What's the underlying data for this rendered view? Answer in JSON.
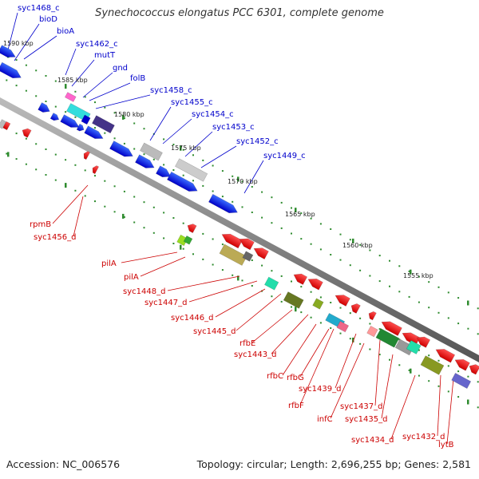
{
  "title": "Synechococcus elongatus PCC 6301, complete genome",
  "footer": {
    "accession": "Accession: NC_006576",
    "summary": "Topology: circular; Length: 2,696,255 bp; Genes: 2,581"
  },
  "colors": {
    "backbone": "#808080",
    "ticks": "#2e8b2e",
    "forward_label": "#0000cc",
    "reverse_label": "#cc0000",
    "forward_gene": "#0000ee",
    "reverse_gene": "#ee0000"
  },
  "scale_labels": [
    "1590 kbp",
    "1585 kbp",
    "1580 kbp",
    "1575 kbp",
    "1570 kbp",
    "1565 kbp",
    "1560 kbp",
    "1555 kbp"
  ],
  "forward_genes": [
    "syc1468_c",
    "bioD",
    "bioA",
    "syc1462_c",
    "mutT",
    "gnd",
    "folB",
    "syc1458_c",
    "syc1455_c",
    "syc1454_c",
    "syc1453_c",
    "syc1452_c",
    "syc1449_c"
  ],
  "reverse_genes": [
    "rpmB",
    "syc1456_d",
    "pilA",
    "pilA",
    "syc1448_d",
    "syc1447_d",
    "syc1446_d",
    "syc1445_d",
    "rfbE",
    "syc1443_d",
    "rfbC",
    "rfbG",
    "rfbF",
    "syc1439_d",
    "syc1437_d",
    "infC",
    "syc1435_d",
    "syc1434_d",
    "syc1432_d",
    "lytB"
  ]
}
